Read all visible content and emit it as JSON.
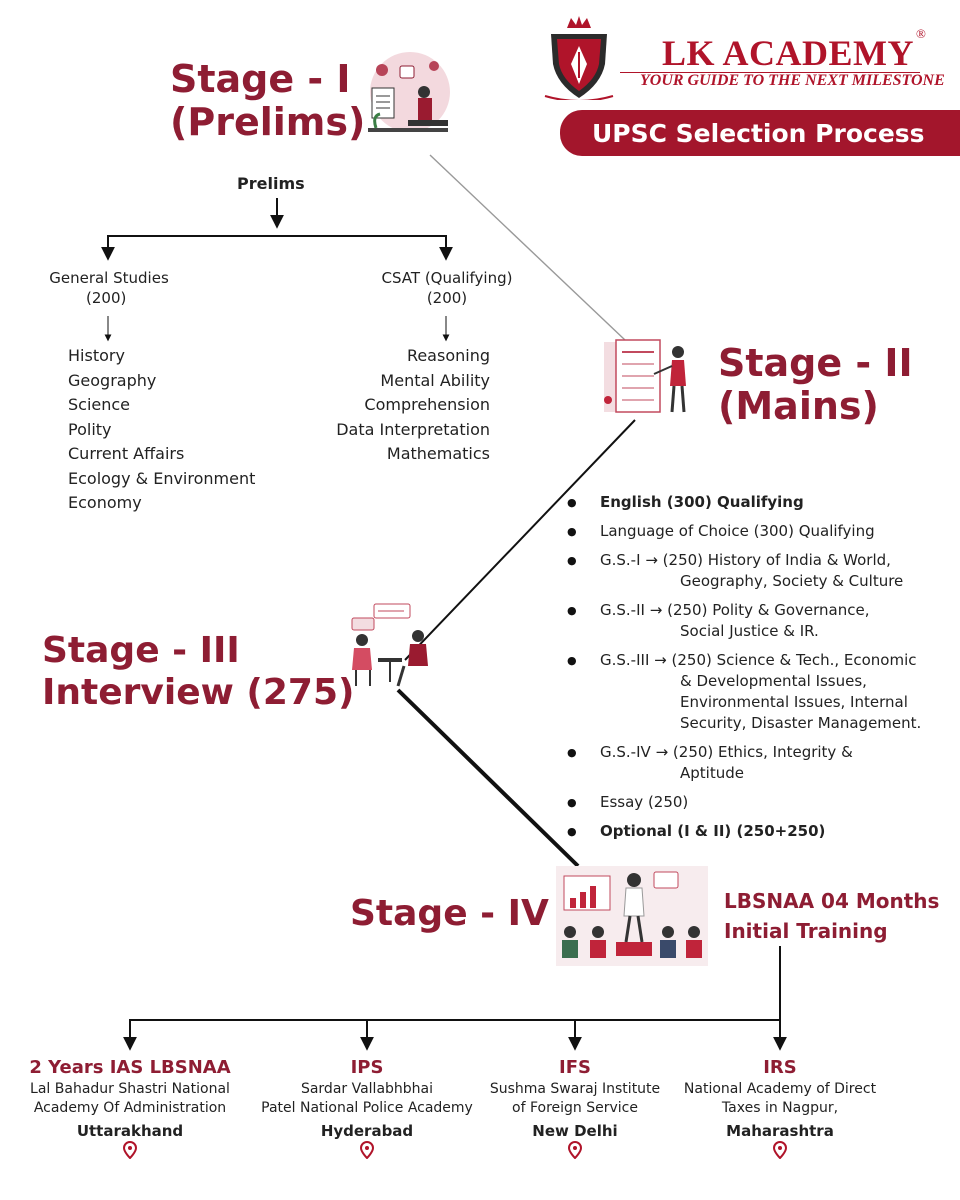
{
  "brand": {
    "name": "LK ACADEMY",
    "registered": "®",
    "tagline": "YOUR GUIDE TO THE NEXT MILESTONE",
    "banner": "UPSC Selection Process"
  },
  "stage1": {
    "line1": "Stage - I",
    "line2": "(Prelims)",
    "heading": "Prelims",
    "papers": [
      {
        "title": "General Studies",
        "marks": "(200)",
        "subjects": [
          "History",
          "Geography",
          "Science",
          "Polity",
          "Current Affairs",
          "Ecology & Environment",
          "Economy"
        ]
      },
      {
        "title": "CSAT (Qualifying)",
        "marks": "(200)",
        "subjects": [
          "Reasoning",
          "Mental Ability",
          "Comprehension",
          "Data Interpretation",
          "Mathematics"
        ]
      }
    ]
  },
  "stage2": {
    "line1": "Stage - II",
    "line2": "(Mains)",
    "papers": [
      {
        "key": "English (300) Qualifying",
        "detail": ""
      },
      {
        "key": "Language of Choice (300) Qualifying",
        "detail": ""
      },
      {
        "key": "G.S.-I",
        "arrow": "→",
        "first": "(250) History of India & World,",
        "rest": "Geography, Society & Culture"
      },
      {
        "key": "G.S.-II",
        "arrow": "→",
        "first": "(250) Polity & Governance,",
        "rest": "Social Justice & IR."
      },
      {
        "key": "G.S.-III",
        "arrow": "→",
        "first": "(250) Science & Tech., Economic",
        "rest": "& Developmental Issues, Environmental Issues, Internal Security, Disaster Management."
      },
      {
        "key": "G.S.-IV",
        "arrow": "→",
        "first": "(250) Ethics, Integrity &",
        "rest": "Aptitude"
      },
      {
        "key": "Essay (250)",
        "detail": ""
      },
      {
        "key": "Optional (I & II) (250+250)",
        "detail": ""
      }
    ]
  },
  "stage3": {
    "line1": "Stage - III",
    "line2": "Interview (275)"
  },
  "stage4": {
    "line1": "Stage - IV",
    "training_line1": "LBSNAA 04 Months",
    "training_line2": "Initial Training"
  },
  "careers": [
    {
      "title": "2 Years IAS LBSNAA",
      "line1": "Lal Bahadur Shastri National",
      "line2": "Academy Of Administration",
      "location": "Uttarakhand"
    },
    {
      "title": "IPS",
      "line1": "Sardar Vallabhbhai",
      "line2": "Patel National Police Academy",
      "location": "Hyderabad"
    },
    {
      "title": "IFS",
      "line1": "Sushma Swaraj Institute",
      "line2": "of Foreign Service",
      "location": "New Delhi"
    },
    {
      "title": "IRS",
      "line1": "National Academy of Direct",
      "line2": "Taxes in Nagpur,",
      "location": "Maharashtra"
    }
  ],
  "colors": {
    "accent": "#8e1d33",
    "banner": "#a3162c",
    "brand": "#b0142a"
  },
  "icons": [
    "crown-shield-logo-icon",
    "study-desk-illustration",
    "exam-paper-illustration",
    "interview-illustration",
    "classroom-training-illustration",
    "location-pin-icon"
  ]
}
